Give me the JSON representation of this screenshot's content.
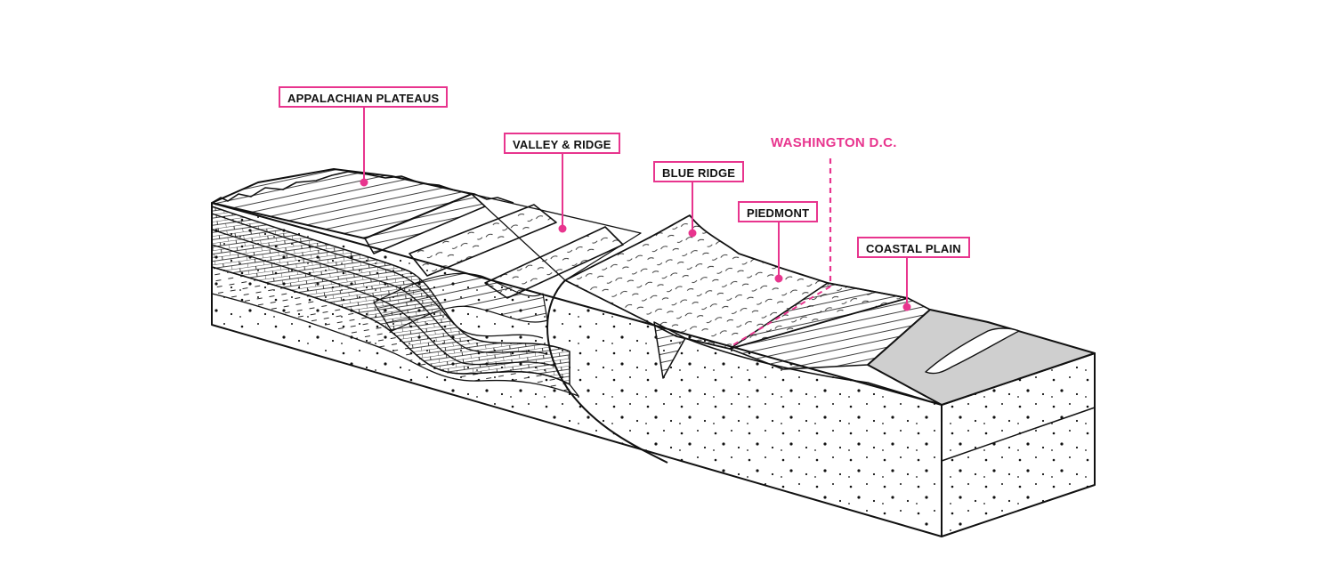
{
  "colors": {
    "accent": "#e8358e",
    "ink": "#111111",
    "coastal_fill": "#cfcfcf",
    "background": "#ffffff"
  },
  "labels": {
    "appalachian_plateaus": "APPALACHIAN PLATEAUS",
    "valley_ridge": "VALLEY & RIDGE",
    "blue_ridge": "BLUE RIDGE",
    "washington_dc": "WASHINGTON D.C.",
    "piedmont": "PIEDMONT",
    "coastal_plain": "COASTAL PLAIN"
  }
}
